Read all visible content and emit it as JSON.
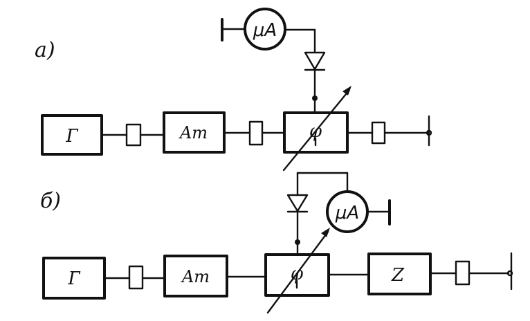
{
  "diagram": {
    "section_a": "а)",
    "section_b": "б)",
    "a": {
      "generator": "Г",
      "attenuator": "Aт",
      "phase": "φ",
      "meter": "μA"
    },
    "b": {
      "generator": "Г",
      "attenuator": "Aт",
      "phase": "φ",
      "load": "Z",
      "meter": "μA"
    }
  },
  "colors": {
    "ink": "#111111",
    "paper": "#ffffff"
  }
}
